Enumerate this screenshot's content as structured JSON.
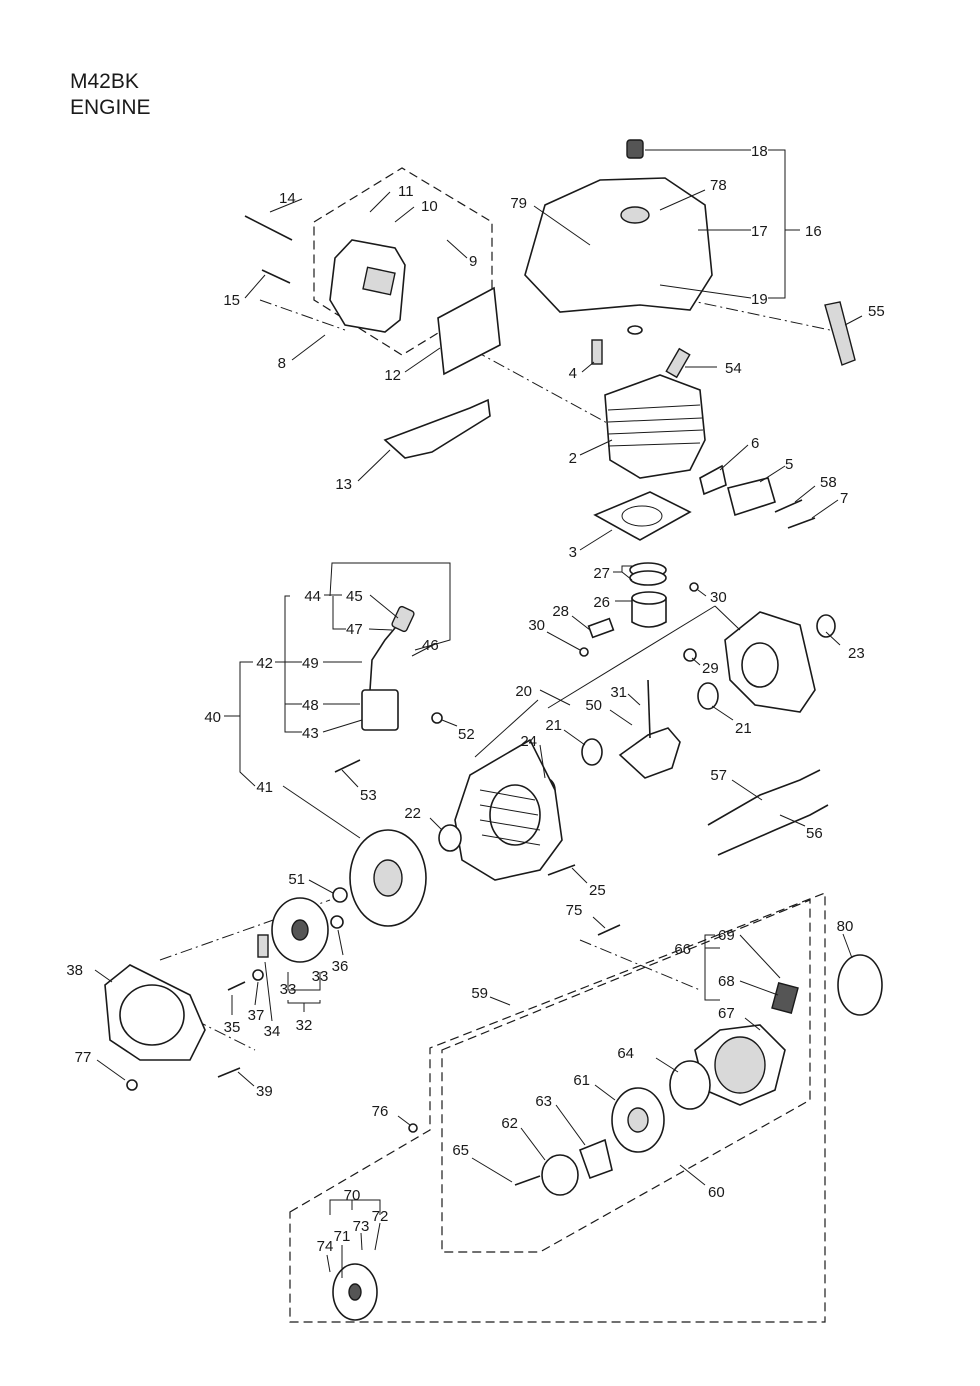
{
  "header": {
    "model": "M42BK",
    "section": "ENGINE"
  },
  "callouts": [
    "2",
    "3",
    "4",
    "5",
    "6",
    "7",
    "8",
    "9",
    "10",
    "11",
    "12",
    "13",
    "14",
    "15",
    "16",
    "17",
    "18",
    "19",
    "20",
    "21",
    "22",
    "23",
    "24",
    "25",
    "26",
    "27",
    "28",
    "29",
    "30",
    "31",
    "32",
    "33",
    "34",
    "35",
    "36",
    "37",
    "38",
    "39",
    "40",
    "41",
    "42",
    "43",
    "44",
    "45",
    "46",
    "47",
    "48",
    "49",
    "50",
    "51",
    "52",
    "53",
    "54",
    "55",
    "56",
    "57",
    "58",
    "59",
    "60",
    "61",
    "62",
    "63",
    "64",
    "65",
    "66",
    "67",
    "68",
    "69",
    "70",
    "71",
    "72",
    "73",
    "74",
    "75",
    "76",
    "77",
    "78",
    "79",
    "80"
  ]
}
